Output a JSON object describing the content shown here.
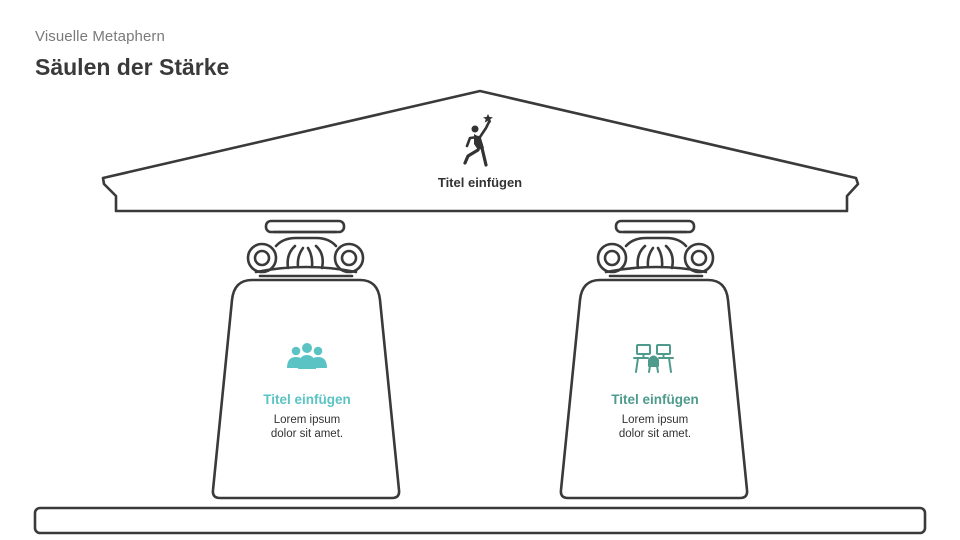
{
  "header": {
    "subtitle": "Visuelle Metaphern",
    "title": "Säulen der Stärke"
  },
  "roof": {
    "title": "Titel einfügen",
    "icon": "achievement-person-icon"
  },
  "pillars": [
    {
      "title": "Titel einfügen",
      "body_line1": "Lorem ipsum",
      "body_line2": "dolor sit amet.",
      "icon": "team-icon",
      "accent": "#5bc3c3"
    },
    {
      "title": "Titel einfügen",
      "body_line1": "Lorem ipsum",
      "body_line2": "dolor sit amet.",
      "icon": "workspace-desks-icon",
      "accent": "#4e9a8c"
    }
  ],
  "colors": {
    "outline": "#3a3a3a",
    "text_dark": "#333333",
    "subtitle": "#7a7a7a"
  }
}
